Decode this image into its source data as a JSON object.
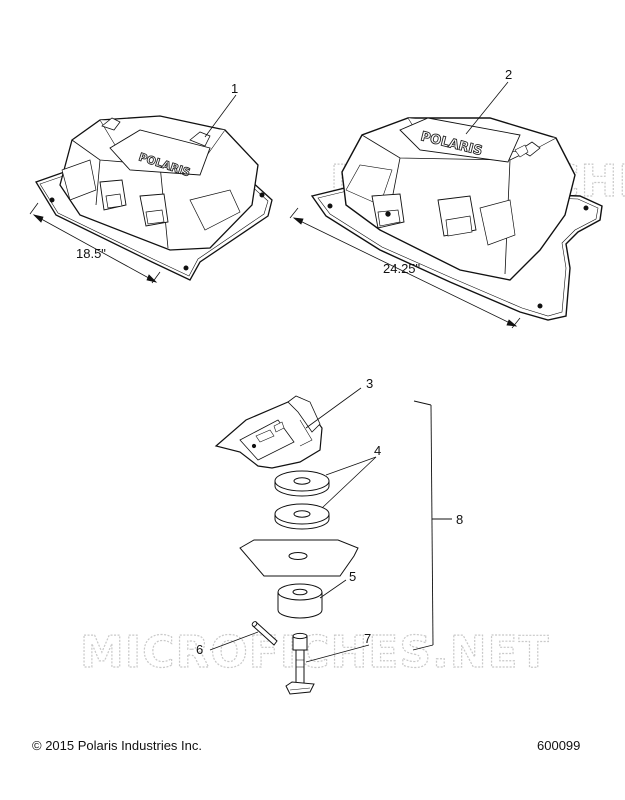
{
  "callouts": {
    "c1": "1",
    "c2": "2",
    "c3": "3",
    "c4": "4",
    "c5": "5",
    "c6": "6",
    "c7": "7",
    "c8": "8"
  },
  "dimensions": {
    "small_cover_length": "18.5\"",
    "large_cover_length": "24.25\""
  },
  "watermark": "MICROFICHES.NET",
  "brand_logo": "POLARIS",
  "footer": {
    "copyright": "© 2015 Polaris Industries Inc.",
    "part_number": "600099"
  }
}
